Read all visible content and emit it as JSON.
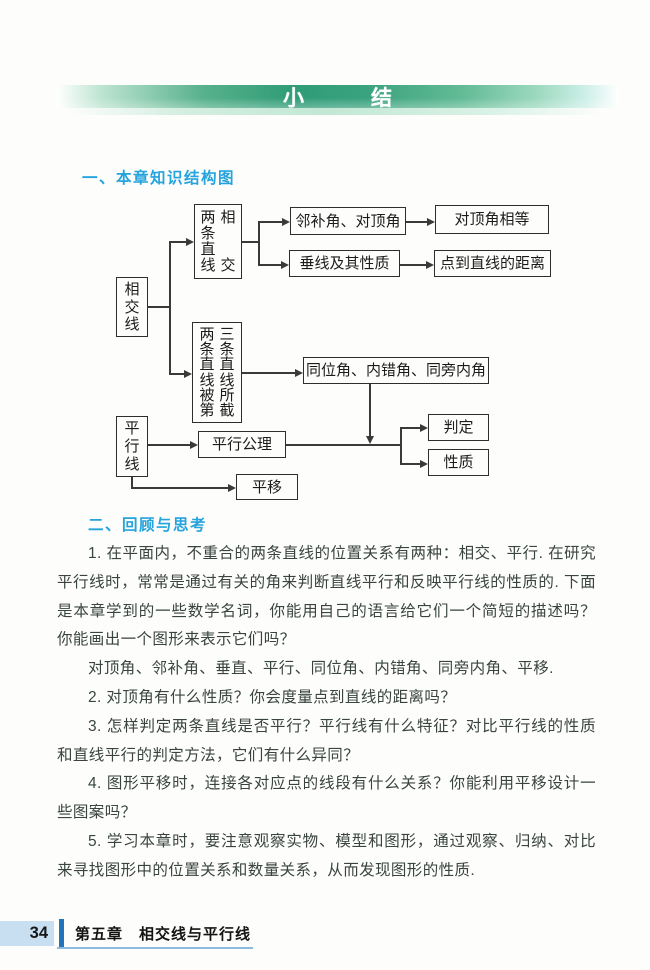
{
  "banner": {
    "title": "小　　　结"
  },
  "section1": {
    "heading": "一、本章知识结构图"
  },
  "diagram": {
    "boxes": {
      "intersecting_lines": "相交线",
      "two_lines_intersect_col1": "两条直线",
      "two_lines_intersect_col2": "相交",
      "adjacent_and_vertical_angles": "邻补角、对顶角",
      "vertical_angles_equal": "对顶角相等",
      "perpendicular_and_properties": "垂线及其性质",
      "point_to_line_distance": "点到直线的距离",
      "two_lines_cut_col1": "两条直线被第",
      "two_lines_cut_col2": "三条直线所截",
      "angle_pairs": "同位角、内错角、同旁内角",
      "parallel_lines": "平行线",
      "parallel_axiom": "平行公理",
      "judgment": "判定",
      "property": "性质",
      "translation": "平移"
    }
  },
  "section2": {
    "heading": "二、回顾与思考",
    "paragraphs": [
      "1. 在平面内，不重合的两条直线的位置关系有两种：相交、平行. 在研究平行线时，常常是通过有关的角来判断直线平行和反映平行线的性质的. 下面是本章学到的一些数学名词，你能用自己的语言给它们一个简短的描述吗？你能画出一个图形来表示它们吗？",
      "对顶角、邻补角、垂直、平行、同位角、内错角、同旁内角、平移.",
      "2. 对顶角有什么性质？你会度量点到直线的距离吗？",
      "3. 怎样判定两条直线是否平行？平行线有什么特征？对比平行线的性质和直线平行的判定方法，它们有什么异同？",
      "4. 图形平移时，连接各对应点的线段有什么关系？你能利用平移设计一些图案吗？",
      "5. 学习本章时，要注意观察实物、模型和图形，通过观察、归纳、对比来寻找图形中的位置关系和数量关系，从而发现图形的性质."
    ]
  },
  "footer": {
    "page_number": "34",
    "chapter_label": "第五章　相交线与平行线"
  },
  "colors": {
    "banner_green": "#2f9c77",
    "heading_blue": "#25a3dd",
    "footer_bar_blue": "#2273b8",
    "footer_band_blue": "#c7dff1"
  }
}
